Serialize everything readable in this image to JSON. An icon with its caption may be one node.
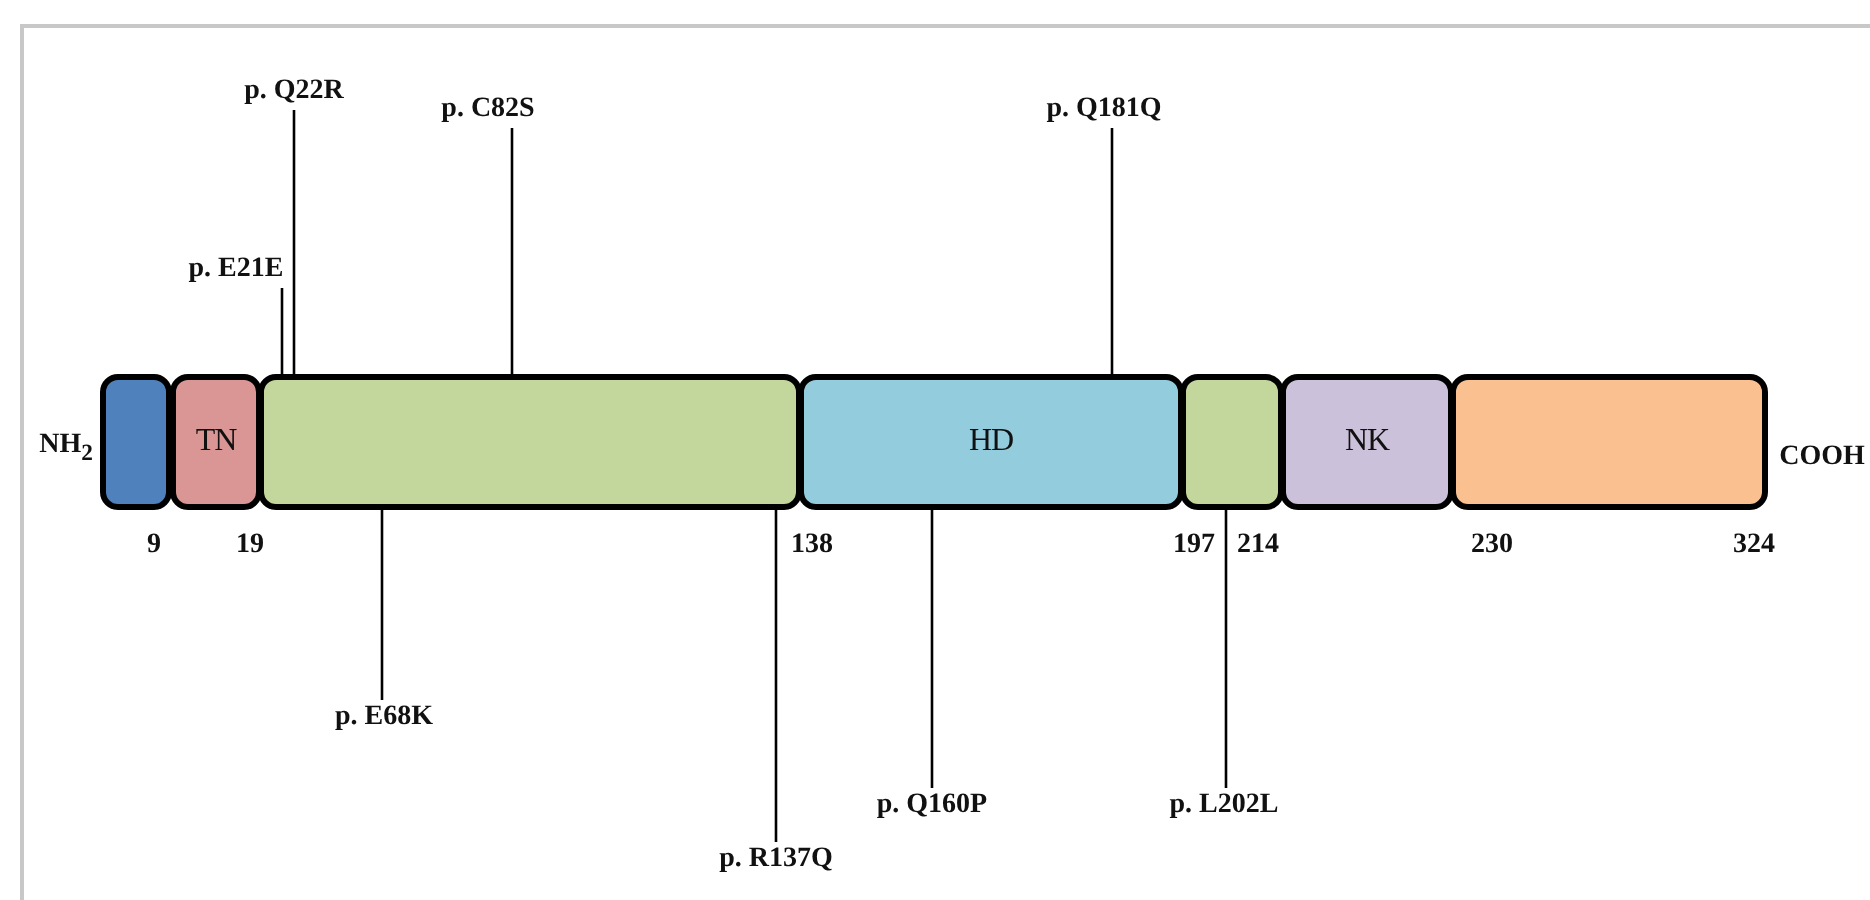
{
  "diagram": {
    "nodes": [
      {
        "text": [],
        "shape": "box"
      },
      {
        "text": [
          "TN"
        ]
      },
      {
        "text": [],
        "shape": "box"
      },
      {
        "text": [
          "HD"
        ]
      },
      {
        "text": [],
        "shape": "box"
      },
      {
        "text": [
          "NK"
        ]
      },
      {
        "text": [],
        "shape": "box"
      },
      {
        "text": [
          "p. Q22R"
        ]
      },
      {
        "text": [
          "p. C82S"
        ]
      },
      {
        "text": [
          "p. Q181Q"
        ]
      },
      {
        "text": [
          "p. E21E"
        ]
      },
      {
        "text": [
          "p. E68K"
        ]
      },
      {
        "text": [
          "p. Q160P"
        ]
      },
      {
        "text": [
          "p. L202L"
        ]
      },
      {
        "text": [
          "p. R137Q"
        ]
      }
    ],
    "edges": [
      {
        "from": 7,
        "to": 2,
        "arrow": "none"
      },
      {
        "from": 8,
        "to": 2,
        "arrow": "none"
      },
      {
        "from": 9,
        "to": 3,
        "arrow": "none"
      },
      {
        "from": 10,
        "to": 2,
        "arrow": "none"
      },
      {
        "from": 11,
        "to": 2,
        "arrow": "none"
      },
      {
        "from": 12,
        "to": 3,
        "arrow": "none"
      },
      {
        "from": 13,
        "to": 4,
        "arrow": "none"
      },
      {
        "from": 14,
        "to": 2,
        "arrow": "none"
      }
    ],
    "labels": [
      "NH$_{2}$",
      "COOH",
      "9",
      "19",
      "138",
      "197",
      "214",
      "230",
      "324"
    ]
  }
}
